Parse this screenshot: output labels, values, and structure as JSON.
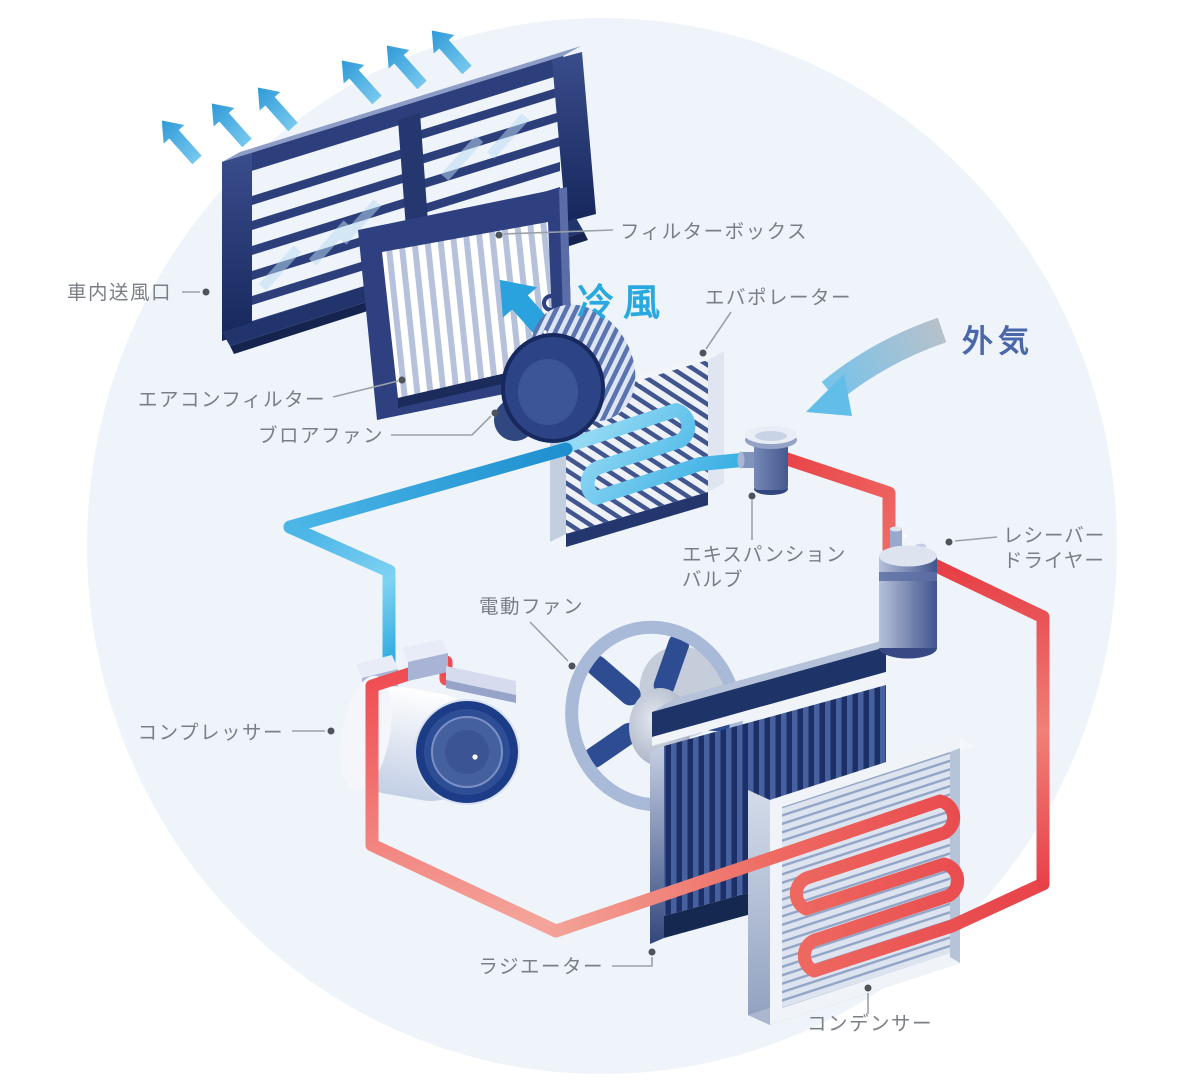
{
  "diagram_title": "car-air-conditioning-system-diagram",
  "labels": {
    "vent": "車内送風口",
    "filter_box": "フィルターボックス",
    "ac_filter": "エアコンフィルター",
    "blower_fan": "ブロアファン",
    "evaporator": "エバポレーター",
    "expansion_valve": [
      "エキスパンション",
      "バルブ"
    ],
    "receiver_dryer": [
      "レシーバー",
      "ドライヤー"
    ],
    "electric_fan": "電動ファン",
    "compressor": "コンプレッサー",
    "radiator": "ラジエーター",
    "condenser": "コンデンサー"
  },
  "annotations": {
    "cold_air": "冷風",
    "outside_air": "外気"
  },
  "icons": {
    "vent_airflow_arrows": "six cyan arrows pointing up-left",
    "cold_air_arrow": "cyan arrow pointing up-left",
    "outside_air_arrow": "gray-to-blue curved arrow pointing down-left"
  },
  "colors": {
    "background": "#ffffff",
    "background_circle": "#eef4fa",
    "label_text": "#7a7f85",
    "leader_line": "#9aa1a8",
    "leader_dot": "#4d545c",
    "cold_air_text": "#29a9e0",
    "outside_air_text": "#4a67ac",
    "hot_pipe_red": "#e84348",
    "cold_pipe_blue": "#3fb1e3",
    "navy_dark": "#1d2f63",
    "navy_mid": "#2c4080",
    "periwinkle": "#a9b9d8"
  }
}
